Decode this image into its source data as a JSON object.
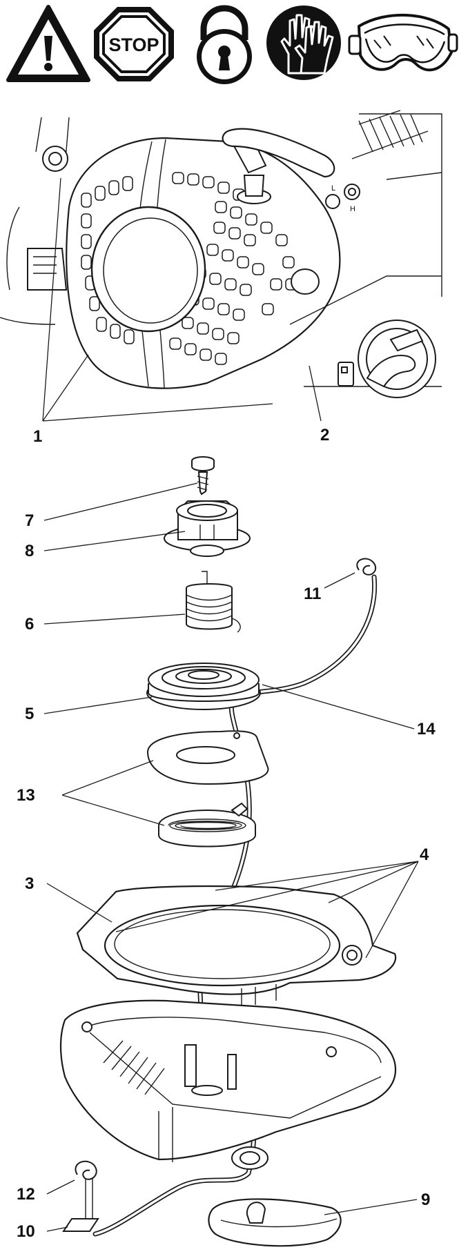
{
  "warning_icons": [
    {
      "name": "warning-triangle-icon"
    },
    {
      "name": "stop-sign-icon",
      "label": "STOP"
    },
    {
      "name": "padlock-icon"
    },
    {
      "name": "gloves-icon"
    },
    {
      "name": "safety-goggles-icon"
    }
  ],
  "machine_knobs": {
    "low": "L",
    "high": "H"
  },
  "callouts": {
    "c1": "1",
    "c2": "2",
    "c3": "3",
    "c4": "4",
    "c5": "5",
    "c6": "6",
    "c7": "7",
    "c8": "8",
    "c9": "9",
    "c10": "10",
    "c11": "11",
    "c12": "12",
    "c13": "13",
    "c14": "14"
  }
}
